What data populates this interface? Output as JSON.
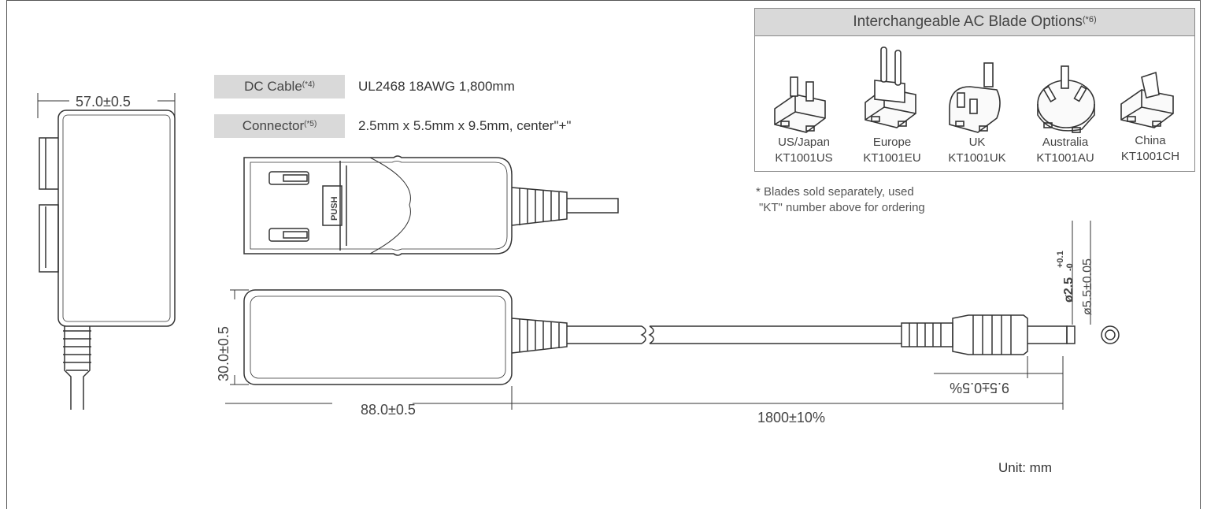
{
  "specs": {
    "dc_cable_label": "DC Cable",
    "dc_cable_ref": "(*4)",
    "dc_cable_value": "UL2468 18AWG 1,800mm",
    "connector_label": "Connector",
    "connector_ref": "(*5)",
    "connector_value": "2.5mm x 5.5mm x 9.5mm, center\"+\""
  },
  "blade_options": {
    "title": "Interchangeable AC Blade Options",
    "title_ref": "(*6)",
    "items": [
      {
        "region": "US/Japan",
        "part": "KT1001US"
      },
      {
        "region": "Europe",
        "part": "KT1001EU"
      },
      {
        "region": "UK",
        "part": "KT1001UK"
      },
      {
        "region": "Australia",
        "part": "KT1001AU"
      },
      {
        "region": "China",
        "part": "KT1001CH"
      }
    ],
    "note_line1": "* Blades sold separately, used",
    "note_line2": "\"KT\" number above for ordering"
  },
  "dimensions": {
    "width": "57.0±0.5",
    "length": "88.0±0.5",
    "height": "30.0±0.5",
    "cable_length": "1800±10%",
    "plug_length": "9.5±0.5%",
    "outer_diameter": "ø5.5±0.05",
    "inner_diameter": "ø2.5",
    "inner_tol_plus": "+0.1",
    "inner_tol_minus": "-0",
    "push_label": "PUSH"
  },
  "unit": "Unit: mm",
  "colors": {
    "line": "#444444",
    "label_bg": "#d9d9d9"
  }
}
